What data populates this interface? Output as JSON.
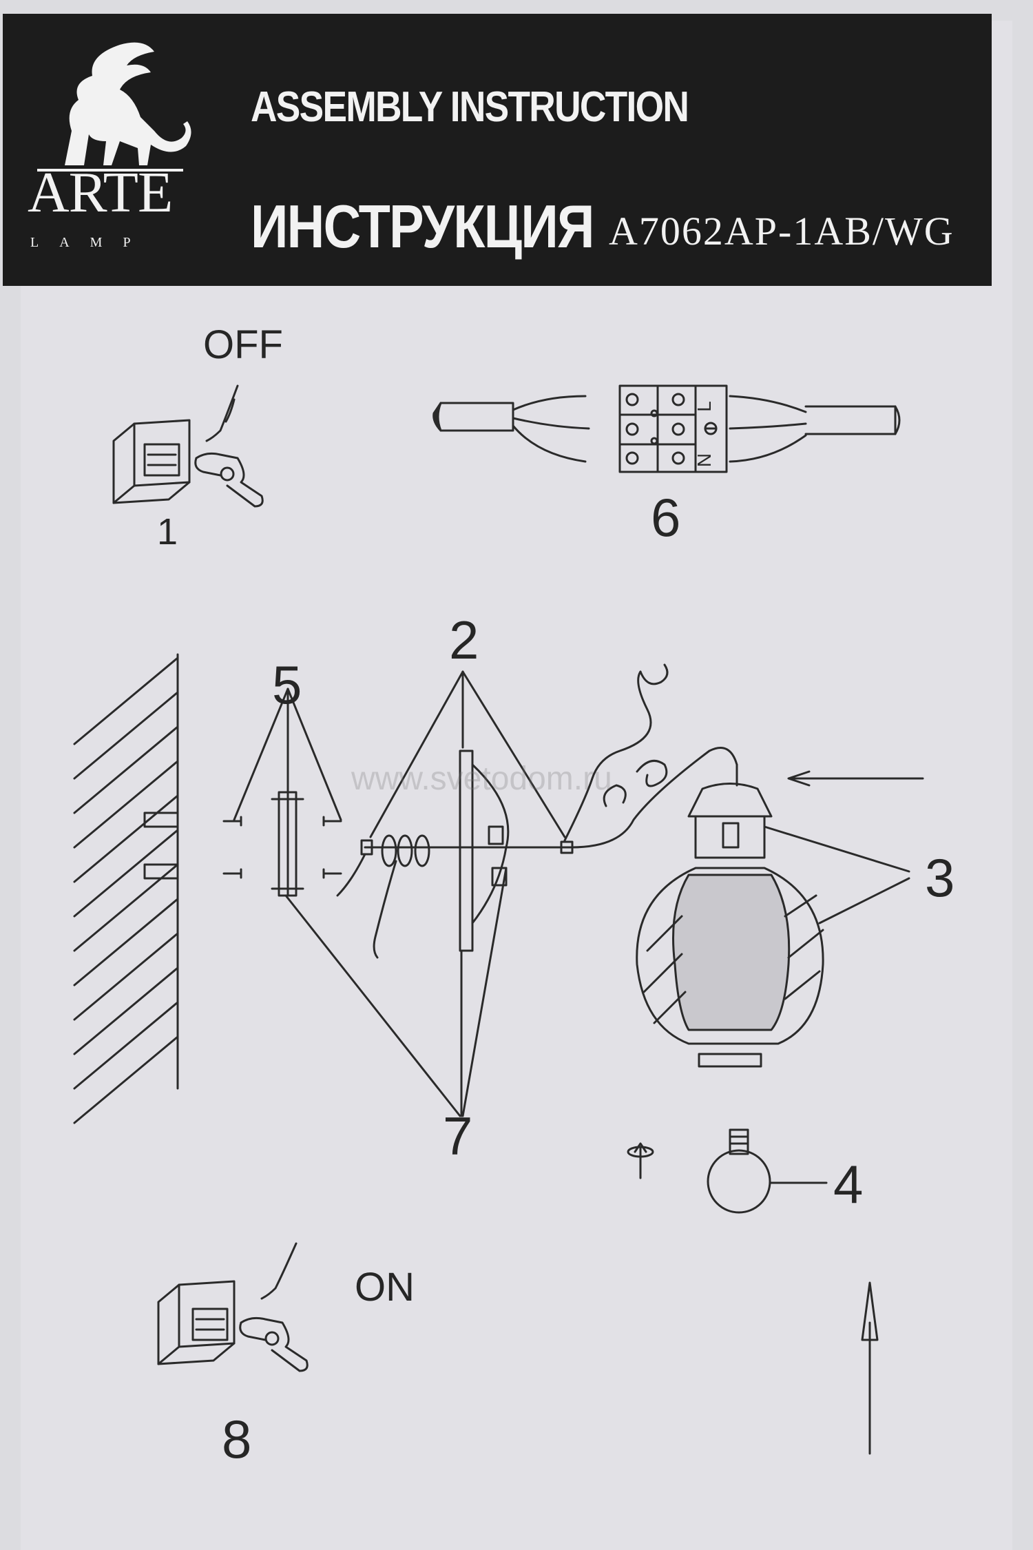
{
  "header": {
    "brand": "ARTE",
    "brand_sub": "LAMP",
    "title_en": "ASSEMBLY INSTRUCTION",
    "title_ru": "ИНСТРУКЦИЯ",
    "model": "A7062AP-1AB/WG"
  },
  "steps": {
    "off_label": "OFF",
    "on_label": "ON",
    "s1": "1",
    "s2": "2",
    "s3": "3",
    "s4": "4",
    "s5": "5",
    "s6": "6",
    "s7": "7",
    "s8": "8"
  },
  "terminal": {
    "top": "L",
    "bottom": "N"
  },
  "watermark": "www.svetodom.ru",
  "icons": [
    "griffin-logo-icon",
    "wall-switch-icon",
    "hand-icon",
    "terminal-block-icon",
    "bulb-icon",
    "arrow-icon"
  ]
}
